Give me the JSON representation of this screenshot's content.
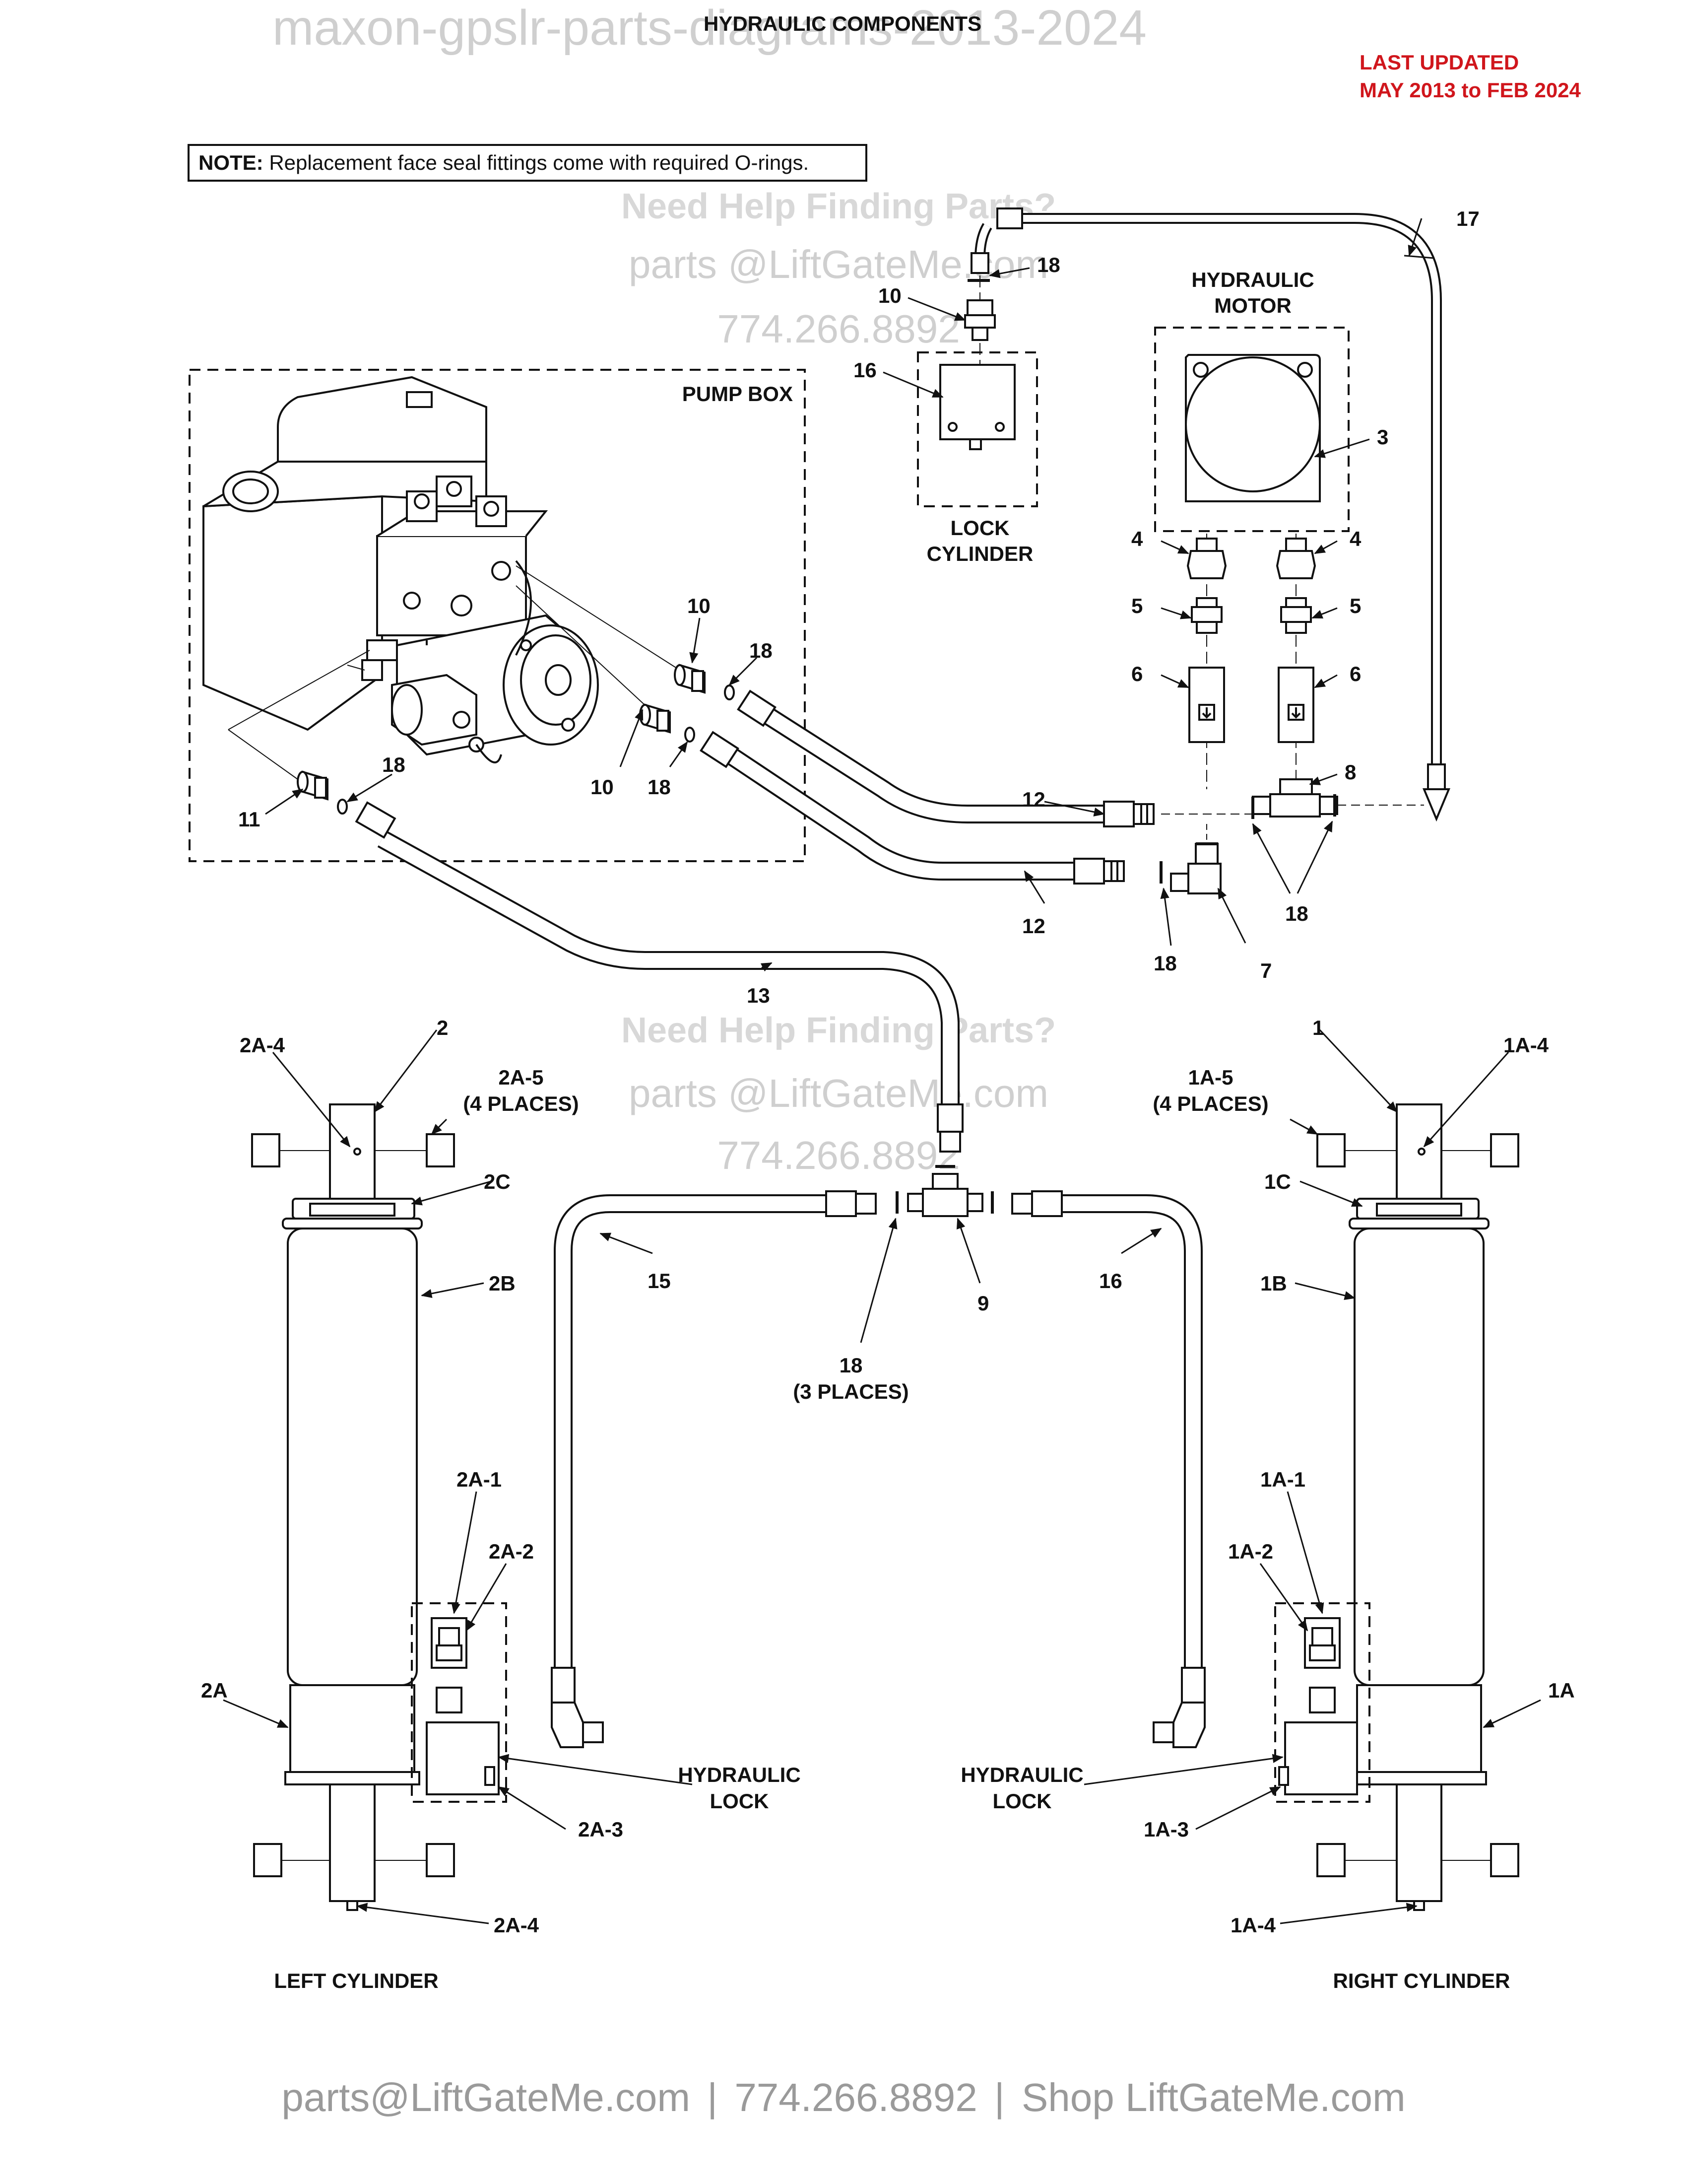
{
  "header": {
    "title": "HYDRAULIC COMPONENTS",
    "watermark": "maxon-gpslr-parts-diagrams-2013-2024",
    "updated_line1": "LAST UPDATED",
    "updated_line2": "MAY 2013 to FEB 2024"
  },
  "note": {
    "label": "NOTE:",
    "text": "Replacement face seal fittings come with required O-rings."
  },
  "watermark_contact": {
    "help": "Need Help Finding Parts?",
    "email": "parts @LiftGateMe.com",
    "phone": "774.266.8892"
  },
  "groups": {
    "pump_box": "PUMP BOX",
    "hydraulic_motor_1": "HYDRAULIC",
    "hydraulic_motor_2": "MOTOR",
    "lock_cylinder_1": "LOCK",
    "lock_cylinder_2": "CYLINDER",
    "hydraulic_lock_1": "HYDRAULIC",
    "hydraulic_lock_2": "LOCK",
    "left_cylinder": "LEFT CYLINDER",
    "right_cylinder": "RIGHT CYLINDER"
  },
  "callouts": {
    "c1": "1",
    "c1a": "1A",
    "c1a1": "1A-1",
    "c1a2": "1A-2",
    "c1a3": "1A-3",
    "c1a4_top": "1A-4",
    "c1a4_bot": "1A-4",
    "c1a5": "1A-5",
    "c1a5_places": "(4 PLACES)",
    "c1b": "1B",
    "c1c": "1C",
    "c2": "2",
    "c2a": "2A",
    "c2a1": "2A-1",
    "c2a2": "2A-2",
    "c2a3": "2A-3",
    "c2a4_top": "2A-4",
    "c2a4_bot": "2A-4",
    "c2a5": "2A-5",
    "c2a5_places": "(4 PLACES)",
    "c2b": "2B",
    "c2c": "2C",
    "c3": "3",
    "c4_left": "4",
    "c4_right": "4",
    "c5_left": "5",
    "c5_right": "5",
    "c6_left": "6",
    "c6_right": "6",
    "c7": "7",
    "c8": "8",
    "c9": "9",
    "c10_top": "10",
    "c10_mid": "10",
    "c10_low": "10",
    "c11": "11",
    "c12_top": "12",
    "c12_bot": "12",
    "c13": "13",
    "c15": "15",
    "c16_hose": "16",
    "c16_lock": "16",
    "c17": "17",
    "c18_top": "18",
    "c18_pump_a": "18",
    "c18_pump_b": "18",
    "c18_pump_c": "18",
    "c18_tee": "18",
    "c18_elbow": "18",
    "c18_places": "18",
    "c18_places_sub": "(3 PLACES)"
  },
  "footer": {
    "email": "parts@LiftGateMe.com",
    "sep1": "|",
    "phone": "774.266.8892",
    "sep2": "|",
    "shop": "Shop LiftGateMe.com"
  }
}
